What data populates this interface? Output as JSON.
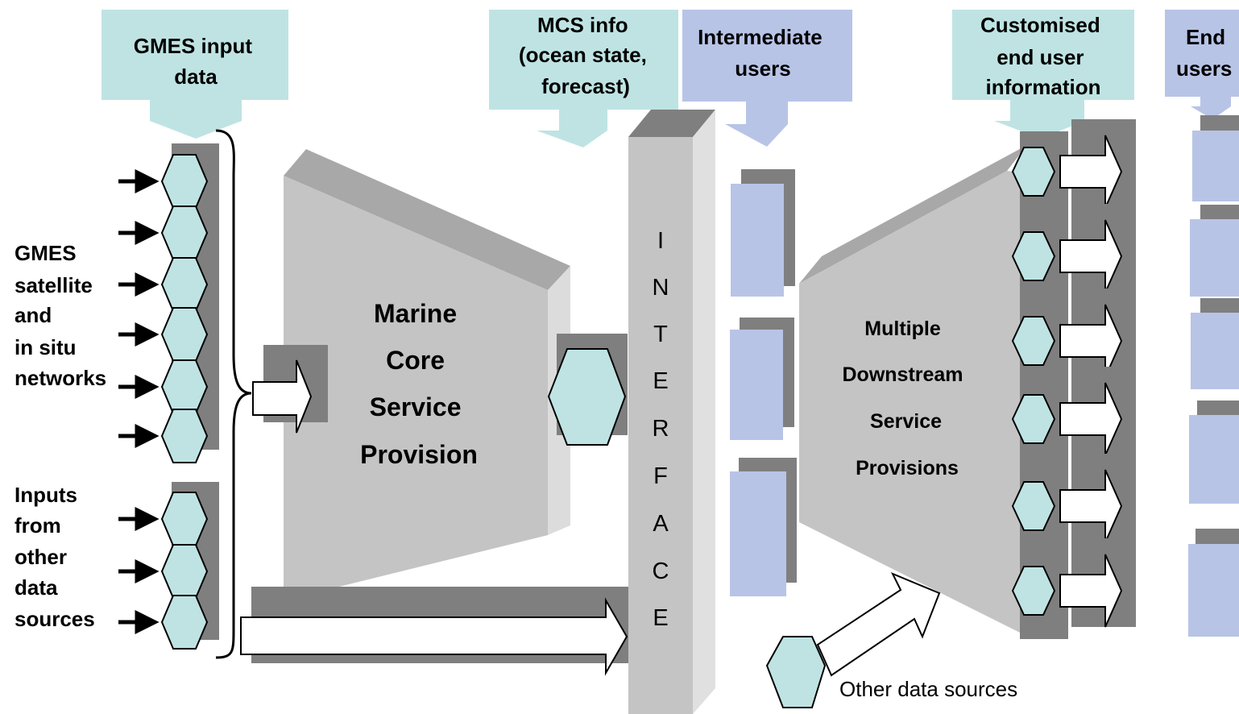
{
  "headers": {
    "gmes_input": [
      "GMES input",
      "data"
    ],
    "mcs_info": [
      "MCS info",
      "(ocean state,",
      "forecast)"
    ],
    "intermediate_users": [
      "Intermediate",
      "users"
    ],
    "customised": [
      "Customised",
      "end user",
      "information"
    ],
    "end_users": [
      "End",
      "users"
    ]
  },
  "left_labels": {
    "gmes_networks": [
      "GMES",
      "satellite",
      "and",
      "in situ",
      "networks"
    ],
    "other_inputs": [
      "Inputs",
      "from",
      "other",
      "data",
      "sources"
    ]
  },
  "center": {
    "marine_core": [
      "Marine",
      "Core",
      "Service",
      "Provision"
    ],
    "interface_letters": [
      "I",
      "N",
      "T",
      "E",
      "R",
      "F",
      "A",
      "C",
      "E"
    ],
    "downstream": [
      "Multiple",
      "Downstream",
      "Service",
      "Provisions"
    ]
  },
  "other_data_sources": "Other data sources",
  "colors": {
    "teal": "#BFE3E3",
    "lavender": "#B8C4E6",
    "gray_face": "#C4C4C4",
    "gray_dark": "#7F7F7F",
    "gray_top": "#A8A8A8",
    "interface_side": "#E0E0E0"
  }
}
